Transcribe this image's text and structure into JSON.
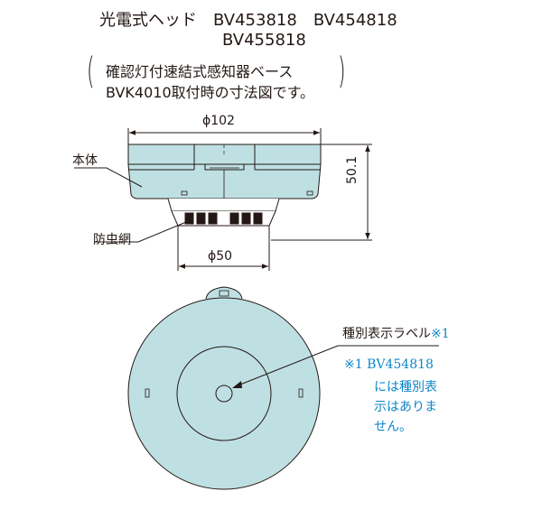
{
  "header": {
    "line1": "光電式ヘッド　BV453818　BV454818",
    "line2": "BV455818",
    "paren_open": "(",
    "paren_close": ")",
    "desc_line1": "確認灯付速結式感知器ベース",
    "desc_line2": "BVK4010取付時の寸法図です。"
  },
  "side_view": {
    "width_dim": "ϕ102",
    "height_dim": "50.1",
    "bottom_dim": "ϕ50",
    "body_label": "本体",
    "mesh_label": "防虫網"
  },
  "bottom_view": {
    "type_label": "種別表示ラベル",
    "type_label_mark": "※1"
  },
  "note": {
    "line1": "※1 BV454818",
    "line2": "には種別表",
    "line3": "示はありま",
    "line4": "せん。"
  },
  "colors": {
    "body_fill": "#bfe0e3",
    "line": "#231815",
    "note": "#0b86c8"
  }
}
